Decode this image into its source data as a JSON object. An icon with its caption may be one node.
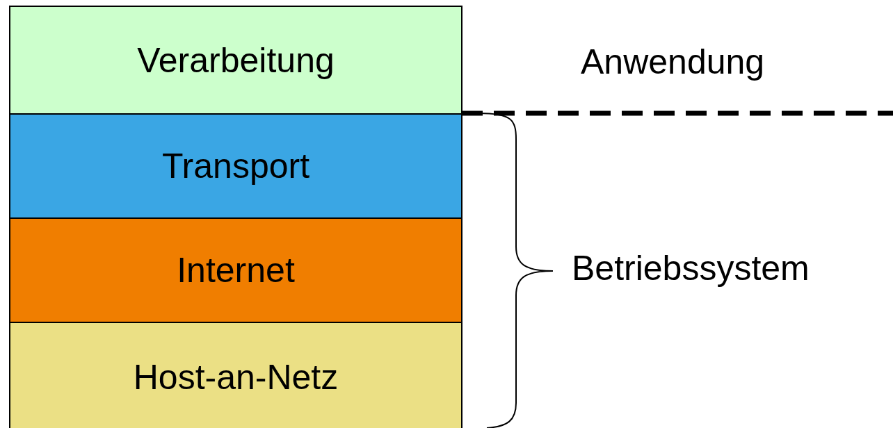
{
  "diagram": {
    "nodes": [
      {
        "text": [
          "Verarbeitung"
        ]
      },
      {
        "text": [
          "Transport"
        ]
      },
      {
        "text": [
          "Internet"
        ]
      },
      {
        "text": [
          "Host-an-Netz"
        ]
      }
    ],
    "labels": [
      "Anwendung",
      "Betriebssystem"
    ]
  }
}
